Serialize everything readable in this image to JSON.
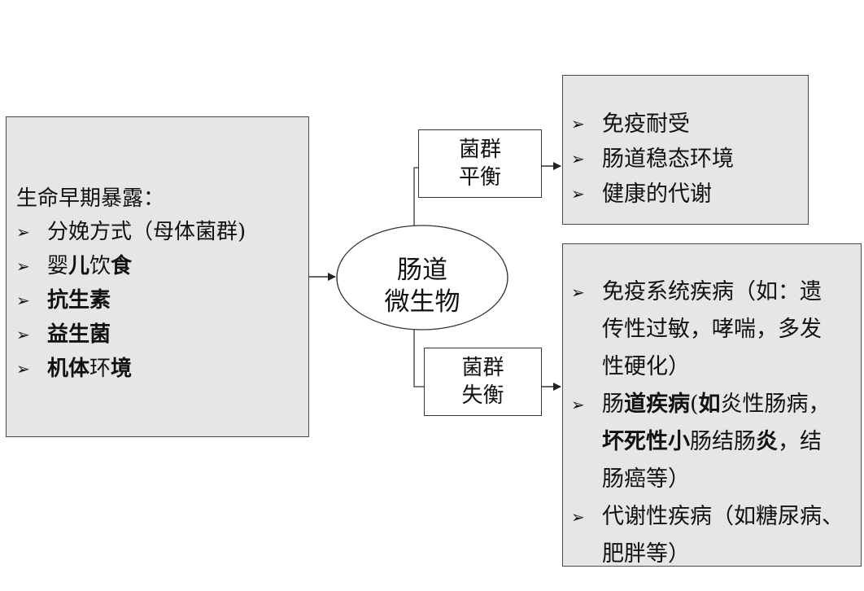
{
  "left_box": {
    "heading": "生命早期暴露：",
    "items": [
      {
        "parts": [
          {
            "t": "分娩方式（母体菌群)",
            "b": false
          }
        ]
      },
      {
        "parts": [
          {
            "t": "婴",
            "b": false
          },
          {
            "t": "儿",
            "b": true
          },
          {
            "t": "饮",
            "b": false
          },
          {
            "t": "食",
            "b": true
          }
        ]
      },
      {
        "parts": [
          {
            "t": "抗生素",
            "b": true
          }
        ]
      },
      {
        "parts": [
          {
            "t": "益生菌",
            "b": true
          }
        ]
      },
      {
        "parts": [
          {
            "t": "机体",
            "b": true
          },
          {
            "t": "环",
            "b": false
          },
          {
            "t": "境",
            "b": true
          }
        ]
      }
    ]
  },
  "center": {
    "line1": "肠道",
    "line2": "微生物"
  },
  "balance": {
    "line1": "菌群",
    "line2": "平衡"
  },
  "dysbiosis": {
    "line1": "菌群",
    "line2": "失衡"
  },
  "top_right": {
    "items": [
      "免疫耐受",
      "肠道稳态环境",
      "健康的代谢"
    ]
  },
  "bottom_right": {
    "items": [
      {
        "lines": [
          [
            {
              "t": "免疫系统疾病（如：遗",
              "b": false
            }
          ],
          [
            {
              "t": "传性过敏，哮喘，多发",
              "b": false
            }
          ],
          [
            {
              "t": "性硬化）",
              "b": false
            }
          ]
        ]
      },
      {
        "lines": [
          [
            {
              "t": "肠",
              "b": false
            },
            {
              "t": "道疾病",
              "b": true
            },
            {
              "t": "(",
              "b": false
            },
            {
              "t": "如",
              "b": true
            },
            {
              "t": "炎性肠病，",
              "b": false
            }
          ],
          [
            {
              "t": "坏死性小",
              "b": true
            },
            {
              "t": "肠结肠",
              "b": false
            },
            {
              "t": "炎",
              "b": true
            },
            {
              "t": "，结",
              "b": false
            }
          ],
          [
            {
              "t": "肠癌等）",
              "b": false
            }
          ]
        ]
      },
      {
        "lines": [
          [
            {
              "t": "代谢性疾病（如糖尿病、",
              "b": false
            }
          ],
          [
            {
              "t": "肥胖等）",
              "b": false
            }
          ]
        ]
      }
    ]
  },
  "bullet_glyph": "➢",
  "colors": {
    "box_fill": "#e6e6e6",
    "border": "#4a4a4a",
    "line": "#333333"
  }
}
